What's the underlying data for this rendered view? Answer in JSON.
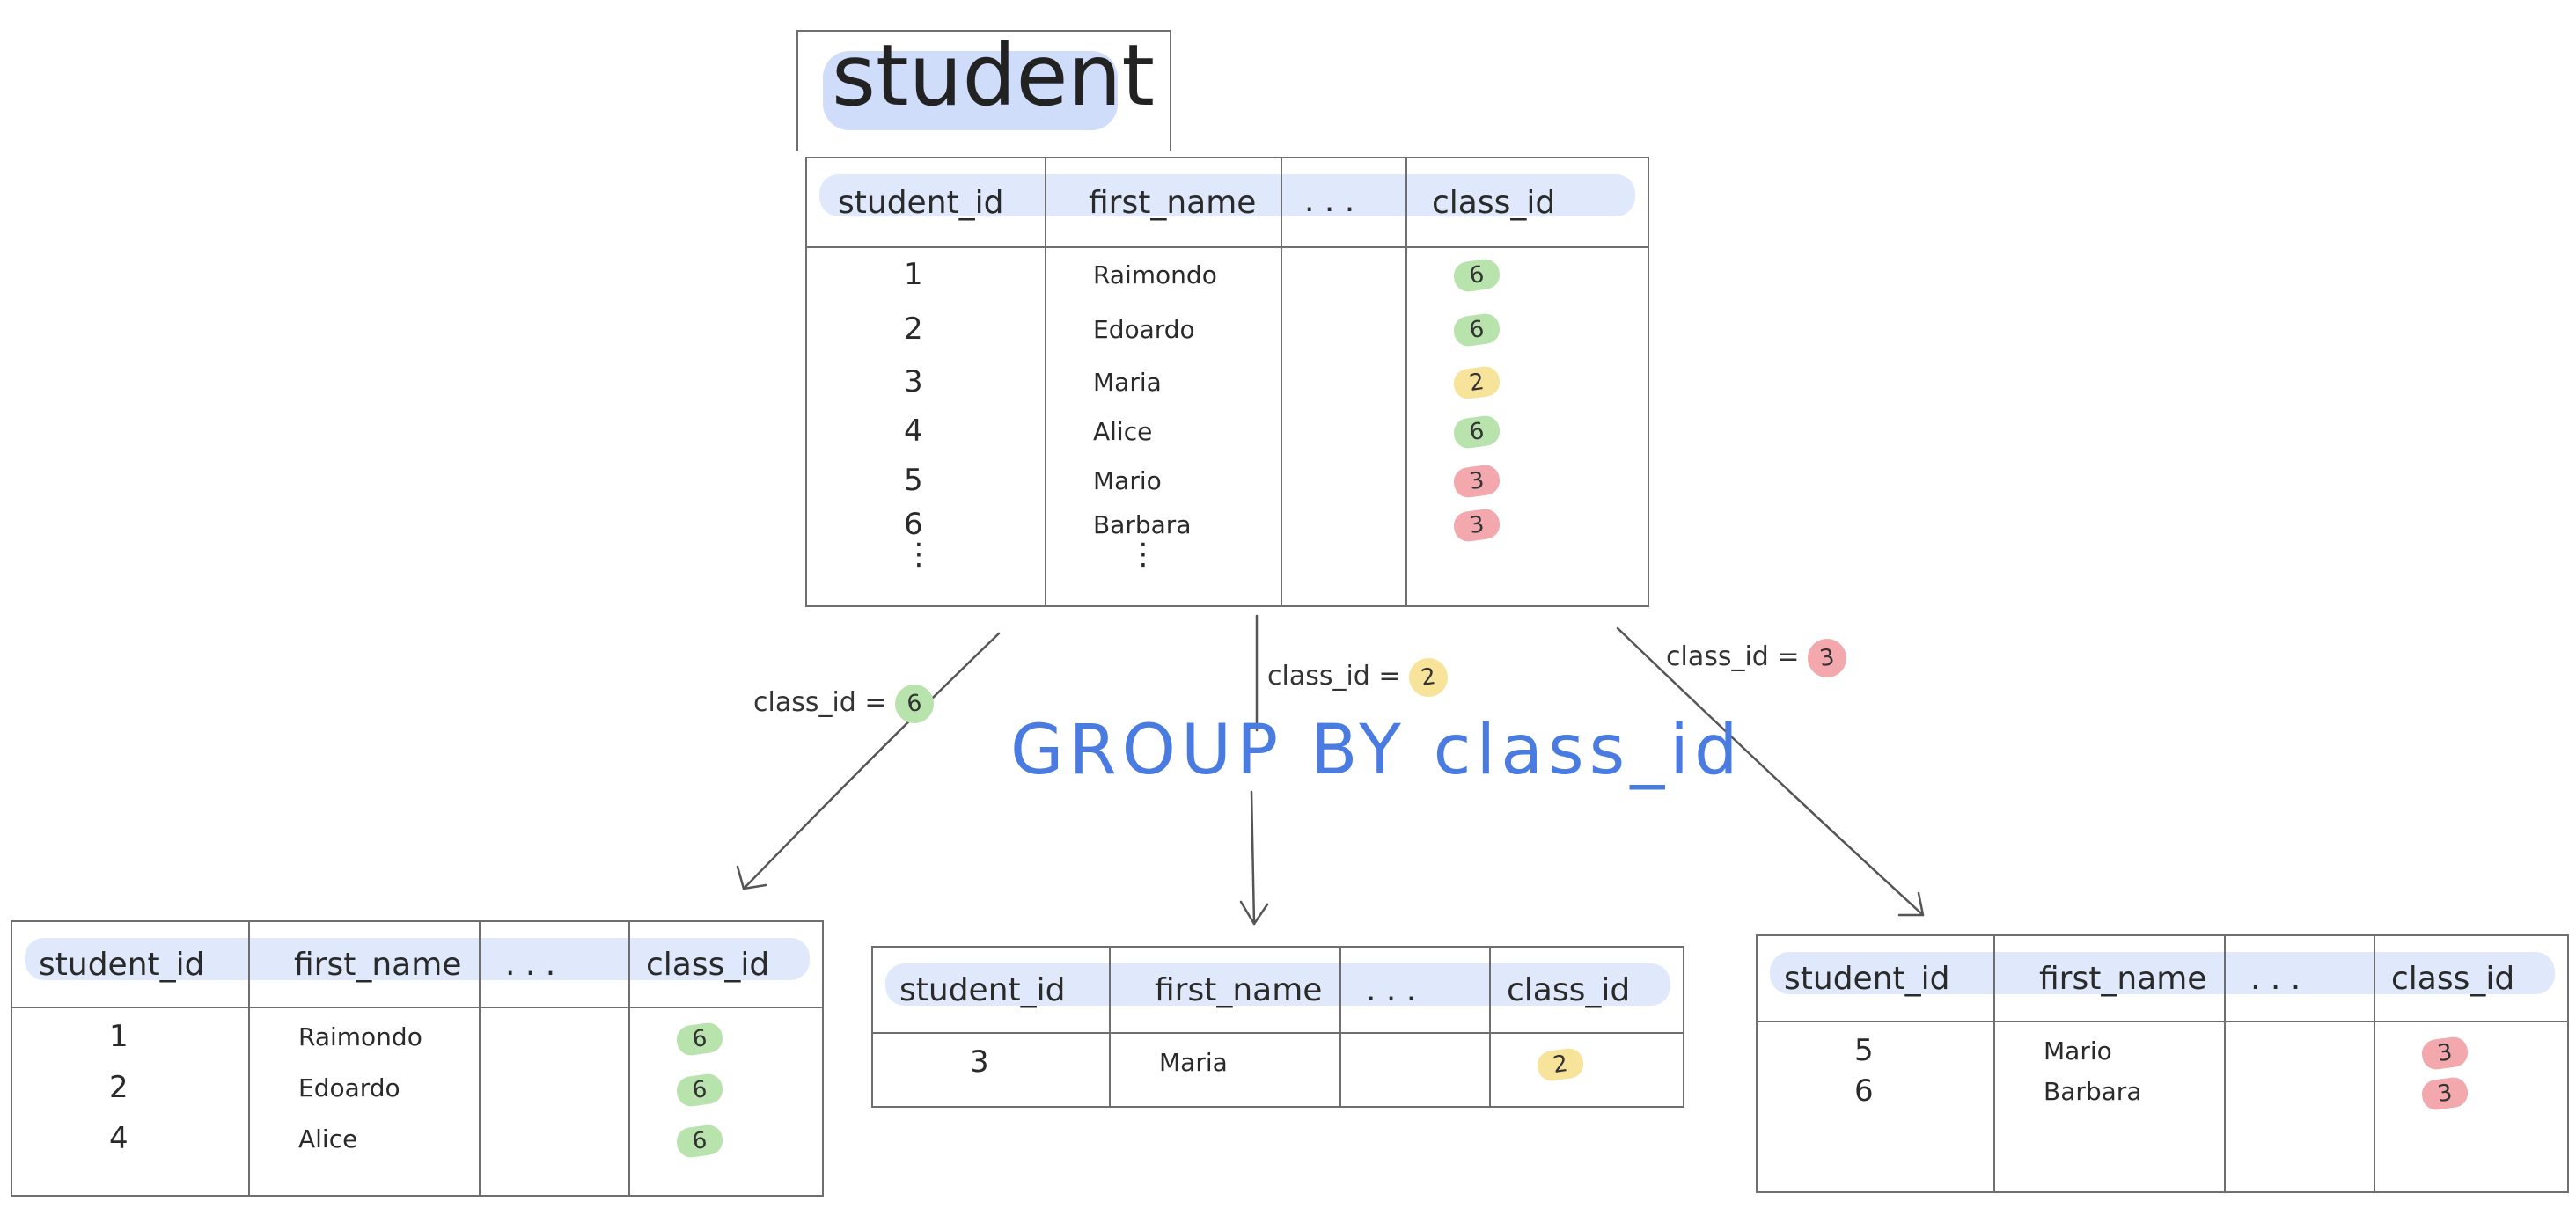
{
  "title": "student",
  "group_by": "GROUP BY class_id",
  "columns": [
    "student_id",
    "first_name",
    ". . .",
    "class_id"
  ],
  "ellipsis_vertical": "⋮",
  "colors": {
    "green": "#b9e3ad",
    "yellow": "#f7e39a",
    "red": "#f2a8ad",
    "header": "#dfe9fb",
    "accent": "#4a7be0"
  },
  "main_rows": [
    {
      "id": "1",
      "name": "Raimondo",
      "class": "6",
      "color": "green"
    },
    {
      "id": "2",
      "name": "Edoardo",
      "class": "6",
      "color": "green"
    },
    {
      "id": "3",
      "name": "Maria",
      "class": "2",
      "color": "yellow"
    },
    {
      "id": "4",
      "name": "Alice",
      "class": "6",
      "color": "green"
    },
    {
      "id": "5",
      "name": "Mario",
      "class": "3",
      "color": "red"
    },
    {
      "id": "6",
      "name": "Barbara",
      "class": "3",
      "color": "red"
    }
  ],
  "edges": [
    {
      "label": "class_id =",
      "value": "6",
      "color": "green"
    },
    {
      "label": "class_id =",
      "value": "2",
      "color": "yellow"
    },
    {
      "label": "class_id =",
      "value": "3",
      "color": "red"
    }
  ],
  "groups": [
    {
      "rows": [
        {
          "id": "1",
          "name": "Raimondo",
          "class": "6",
          "color": "green"
        },
        {
          "id": "2",
          "name": "Edoardo",
          "class": "6",
          "color": "green"
        },
        {
          "id": "4",
          "name": "Alice",
          "class": "6",
          "color": "green"
        }
      ]
    },
    {
      "rows": [
        {
          "id": "3",
          "name": "Maria",
          "class": "2",
          "color": "yellow"
        }
      ]
    },
    {
      "rows": [
        {
          "id": "5",
          "name": "Mario",
          "class": "3",
          "color": "red"
        },
        {
          "id": "6",
          "name": "Barbara",
          "class": "3",
          "color": "red"
        }
      ]
    }
  ]
}
